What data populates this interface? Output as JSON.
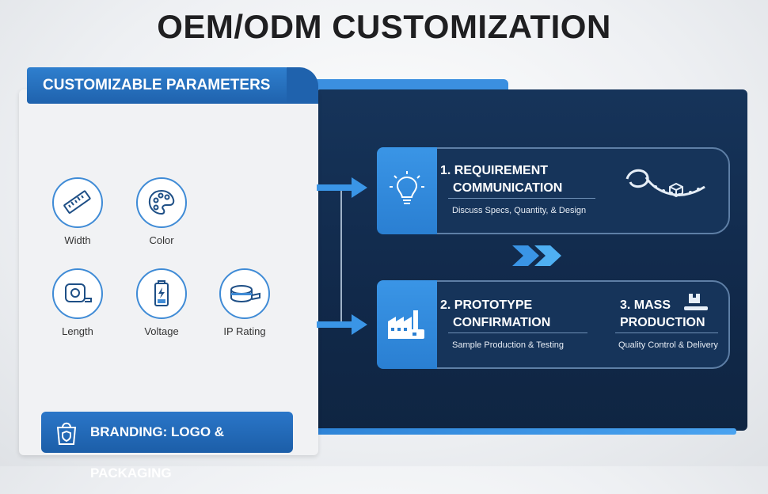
{
  "title": "OEM/ODM CUSTOMIZATION",
  "params": {
    "header": "CUSTOMIZABLE PARAMETERS",
    "items": [
      {
        "label": "Width",
        "icon": "ruler-icon"
      },
      {
        "label": "Color",
        "icon": "palette-icon"
      },
      {
        "label": "Length",
        "icon": "tape-measure-icon"
      },
      {
        "label": "Voltage",
        "icon": "battery-icon"
      },
      {
        "label": "IP Rating",
        "icon": "led-strip-reel-icon"
      }
    ]
  },
  "branding": {
    "label": "BRANDING: LOGO & PACKAGING",
    "icon": "shopping-bag-icon"
  },
  "steps": [
    {
      "title_line1": "1. REQUIREMENT",
      "title_line2": "COMMUNICATION",
      "subtitle": "Discuss Specs, Quantity, & Design",
      "icon": "lightbulb-icon"
    },
    {
      "title_line1": "2. PROTOTYPE",
      "title_line2": "CONFIRMATION",
      "subtitle": "Sample Production & Testing",
      "icon": "factory-icon"
    },
    {
      "title_line1": "3. MASS",
      "title_line2": "PRODUCTION",
      "subtitle": "Quality Control & Delivery",
      "icon": "conveyor-icon"
    }
  ],
  "colors": {
    "accent": "#2f7fce",
    "dark_panel": "#16345a",
    "title": "#1f1f21"
  }
}
